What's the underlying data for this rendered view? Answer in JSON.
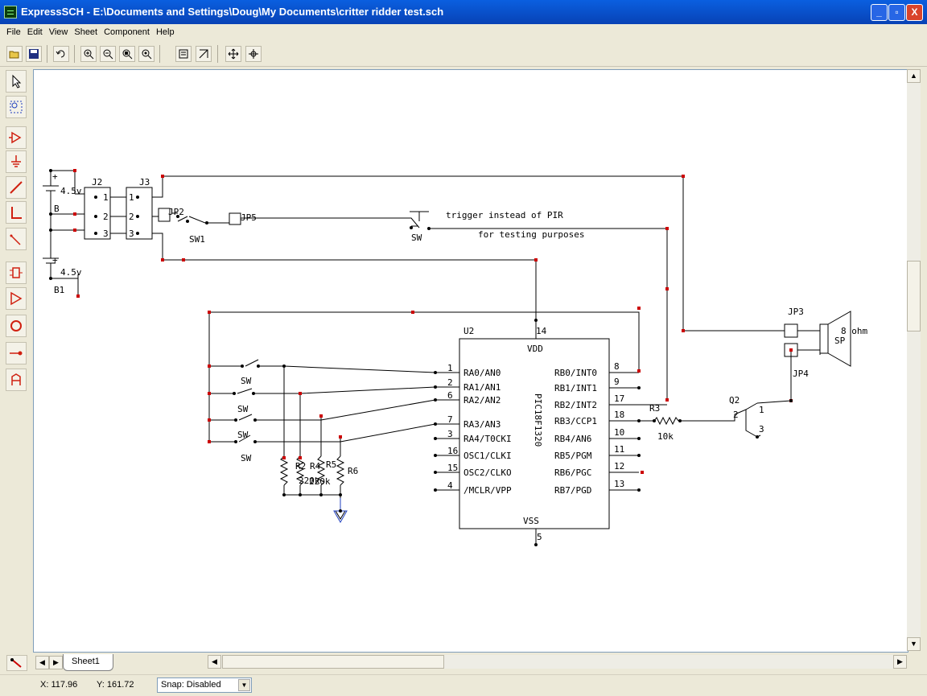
{
  "window": {
    "title": "ExpressSCH - E:\\Documents and Settings\\Doug\\My Documents\\critter ridder test.sch",
    "buttons": {
      "minimize": "_",
      "maximize": "▫",
      "close": "X"
    }
  },
  "menu": [
    "File",
    "Edit",
    "View",
    "Sheet",
    "Component",
    "Help"
  ],
  "toolbar": [
    "open-folder-icon",
    "save-icon",
    "undo-icon",
    "zoom-in-icon",
    "zoom-out-icon",
    "zoom-fit-icon",
    "zoom-page-icon",
    "properties-icon",
    "netlist-icon",
    "pan-icon",
    "center-icon"
  ],
  "palette": [
    "select-arrow-icon",
    "zoom-area-icon",
    "component-icon",
    "ground-icon",
    "wire-icon",
    "bus-icon",
    "bus-entry-icon",
    "ic-icon",
    "buffer-icon",
    "circle-icon",
    "pin-icon",
    "text-icon"
  ],
  "schematic": {
    "batteries": {
      "plus_top": "+",
      "value_top": "4.5v",
      "label_top": "B",
      "plus_bottom": "+",
      "value_bottom": "4.5v",
      "label_bottom": "B1"
    },
    "connectors": {
      "j2": "J2",
      "j3": "J3",
      "pins": [
        "1",
        "2",
        "3"
      ]
    },
    "jumpers": {
      "jp2": "JP2",
      "jp5": "JP5",
      "jp3": "JP3",
      "jp4": "JP4"
    },
    "switches": {
      "sw1": "SW1",
      "sw_push": "SW",
      "sw_input": [
        "SW",
        "SW",
        "SW",
        "SW"
      ]
    },
    "notes": {
      "line1": "trigger instead of PIR",
      "line2": "for testing purposes"
    },
    "ic": {
      "ref": "U2",
      "name": "PIC18F1320",
      "vdd": "VDD",
      "vss": "VSS",
      "vdd_pin": "14",
      "vss_pin": "5",
      "left_pins": [
        {
          "num": "1",
          "name": "RA0/AN0"
        },
        {
          "num": "2",
          "name": "RA1/AN1"
        },
        {
          "num": "6",
          "name": "RA2/AN2"
        },
        {
          "num": "7",
          "name": "RA3/AN3"
        },
        {
          "num": "3",
          "name": "RA4/T0CKI"
        },
        {
          "num": "16",
          "name": "OSC1/CLKI"
        },
        {
          "num": "15",
          "name": "OSC2/CLKO"
        },
        {
          "num": "4",
          "name": "/MCLR/VPP"
        }
      ],
      "right_pins": [
        {
          "num": "8",
          "name": "RB0/INT0"
        },
        {
          "num": "9",
          "name": "RB1/INT1"
        },
        {
          "num": "17",
          "name": "RB2/INT2"
        },
        {
          "num": "18",
          "name": "RB3/CCP1"
        },
        {
          "num": "10",
          "name": "RB4/AN6"
        },
        {
          "num": "11",
          "name": "RB5/PGM"
        },
        {
          "num": "12",
          "name": "RB6/PGC"
        },
        {
          "num": "13",
          "name": "RB7/PGD"
        }
      ]
    },
    "resistors": {
      "r2": "R2",
      "r4": "R4",
      "r5": "R5",
      "r6": "R6",
      "pulldown_value": "220k",
      "r3": "R3",
      "r3_value": "10k"
    },
    "transistor": {
      "ref": "Q2",
      "pin1": "1",
      "pin2": "2",
      "pin3": "3"
    },
    "speaker": {
      "ref": "SP",
      "value": "8 ohm"
    }
  },
  "sheet_tab": "Sheet1",
  "status": {
    "x": "X: 117.96",
    "y": "Y: 161.72",
    "snap": "Snap: Disabled"
  },
  "colors": {
    "node": "#CC0000",
    "ground": "#1F3FBF",
    "title_bar": "#0A5FE0"
  }
}
